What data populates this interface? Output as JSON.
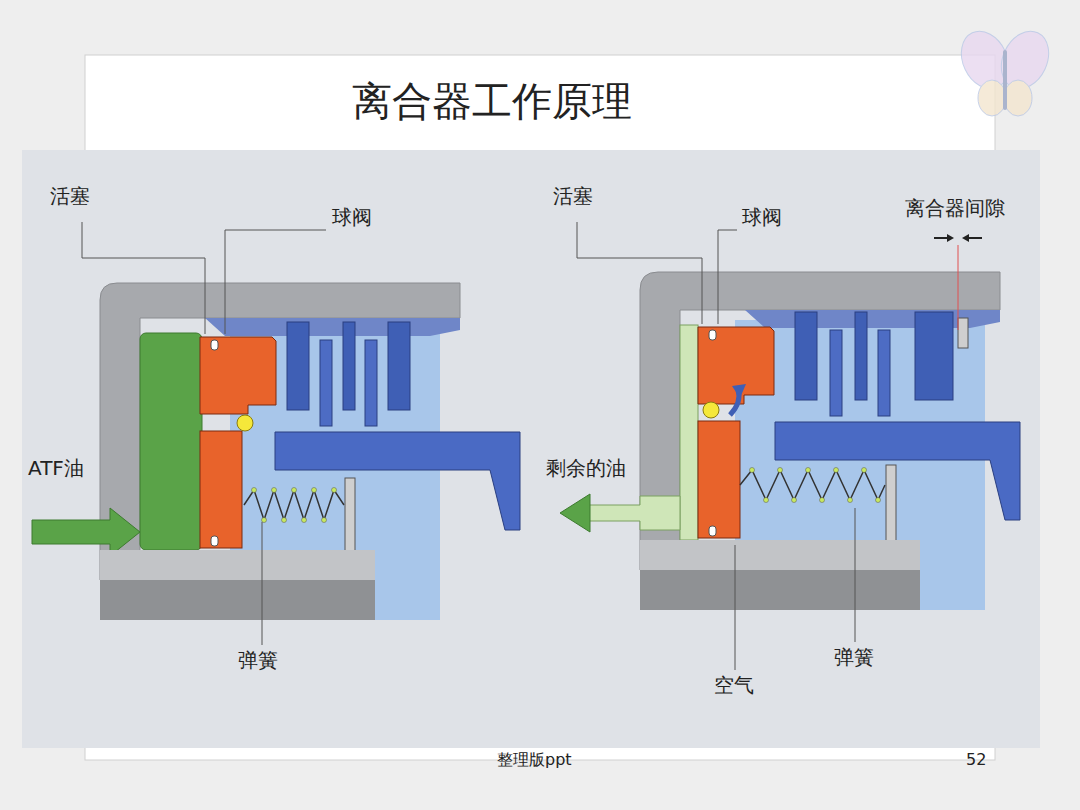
{
  "diagram": {
    "title": "离合器工作原理",
    "labels": [
      "活塞",
      "球阀",
      "ATF油",
      "弹簧",
      "活塞",
      "球阀",
      "离合器间隙",
      "剩余的油",
      "空气",
      "弹簧",
      "整理版ppt",
      "52"
    ]
  }
}
